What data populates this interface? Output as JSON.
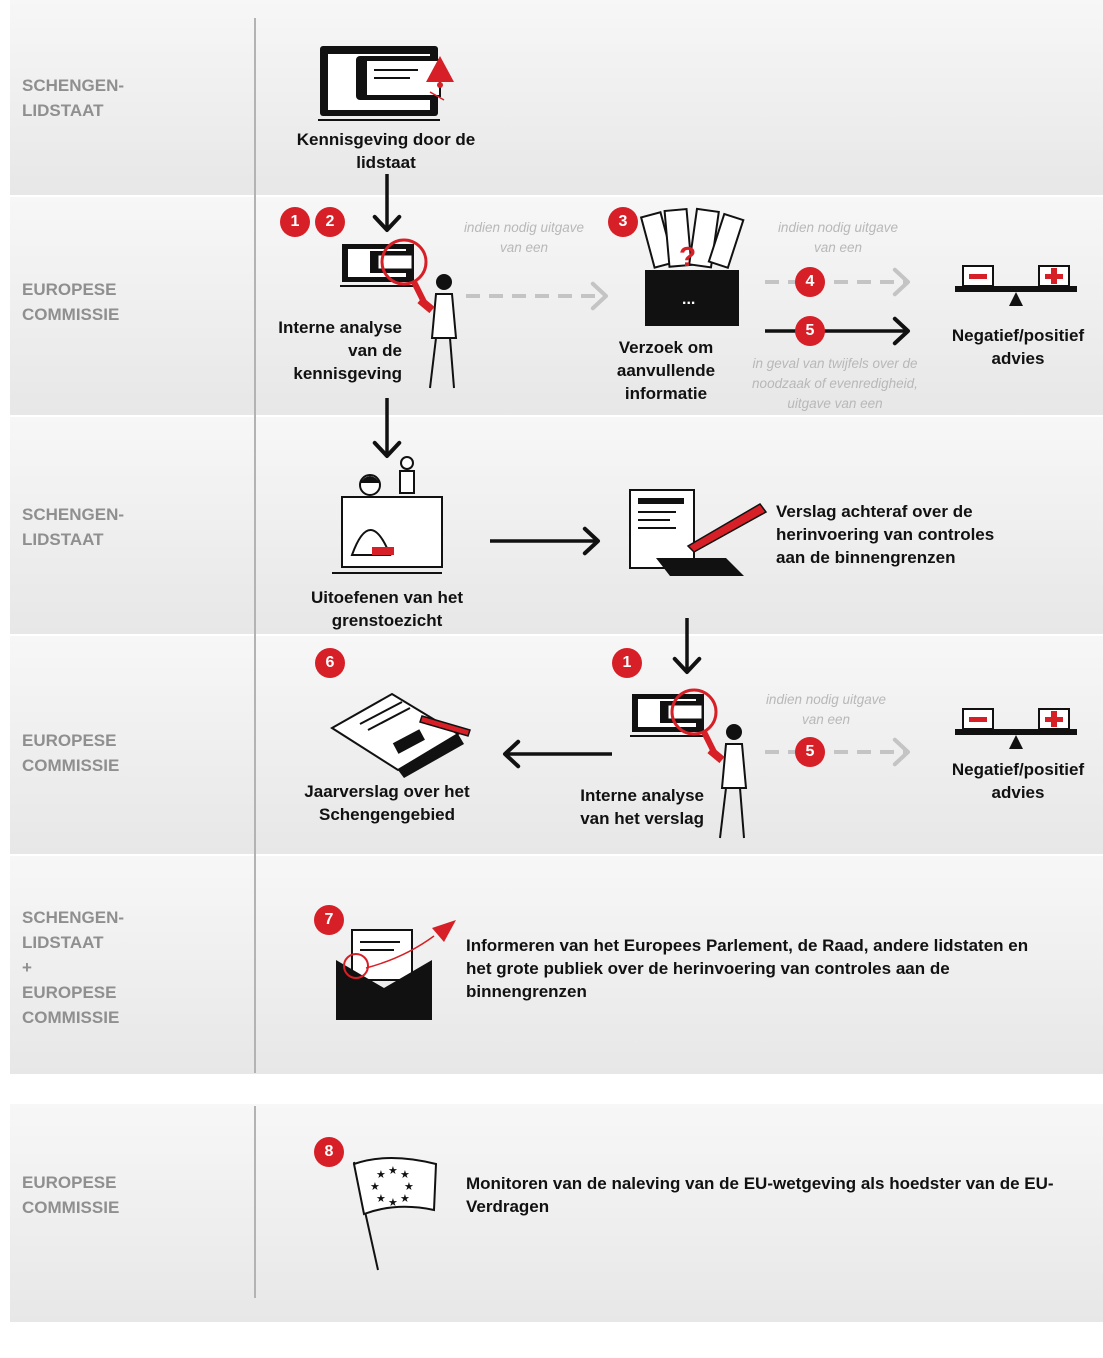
{
  "rows": [
    {
      "role": [
        "SCHENGEN-",
        "LIDSTAAT"
      ]
    },
    {
      "role": [
        "EUROPESE",
        "COMMISSIE"
      ]
    },
    {
      "role": [
        "SCHENGEN-",
        "LIDSTAAT"
      ]
    },
    {
      "role": [
        "EUROPESE",
        "COMMISSIE"
      ]
    },
    {
      "role": [
        "SCHENGEN-",
        "LIDSTAAT",
        "+",
        "EUROPESE",
        "COMMISSIE"
      ]
    },
    {
      "role": [
        "EUROPESE",
        "COMMISSIE"
      ]
    }
  ],
  "steps": {
    "kennisgeving": [
      "Kennisgeving door de",
      "lidstaat"
    ],
    "interne_analyse_kennisgeving": [
      "Interne analyse",
      "van de",
      "kennisgeving"
    ],
    "verzoek": [
      "Verzoek om",
      "aanvullende",
      "informatie"
    ],
    "advies_1": [
      "Negatief/positief",
      "advies"
    ],
    "grenstoezicht": [
      "Uitoefenen van het",
      "grenstoezicht"
    ],
    "verslag_achteraf": [
      "Verslag achteraf over de",
      "herinvoering van controles",
      "aan de binnengrenzen"
    ],
    "jaarverslag": [
      "Jaarverslag over het",
      "Schengengebied"
    ],
    "interne_analyse_verslag": [
      "Interne analyse",
      "van het verslag"
    ],
    "advies_2": [
      "Negatief/positief",
      "advies"
    ],
    "informeren": [
      "Informeren van het Europees Parlement, de Raad, andere lidstaten en",
      "het grote publiek over de herinvoering van controles aan de",
      "binnengrenzen"
    ],
    "monitoren": [
      "Monitoren van de naleving van de EU-wetgeving als hoedster van de EU-",
      "Verdragen"
    ]
  },
  "notes": {
    "indien_nodig_1": [
      "indien nodig uitgave",
      "van een"
    ],
    "indien_nodig_2": [
      "indien nodig uitgave",
      "van een"
    ],
    "twijfels": [
      "in geval van twijfels over de",
      "noodzaak of evenredigheid,",
      "uitgave van een"
    ],
    "indien_nodig_3": [
      "indien nodig uitgave",
      "van een"
    ]
  },
  "badges": {
    "b1": "1",
    "b2": "2",
    "b3": "3",
    "b4": "4",
    "b5": "5",
    "b1b": "1",
    "b5b": "5",
    "b6": "6",
    "b7": "7",
    "b8": "8"
  },
  "colors": {
    "accent": "#d61f26",
    "role_text": "#8f8f8f",
    "dashed_arrow": "#c4c4c4",
    "solid_arrow": "#111111"
  },
  "icons": {
    "kennisgeving": "laptop-bell-icon",
    "analyse": "person-magnifier-laptop-icon",
    "verzoek": "box-question-papers-icon",
    "advies": "balance-scale-icon",
    "grenstoezicht": "border-guard-icon",
    "verslag": "document-pen-icon",
    "jaarverslag": "report-pen-icon",
    "informeren": "envelope-plane-icon",
    "monitoren": "eu-flag-icon"
  }
}
